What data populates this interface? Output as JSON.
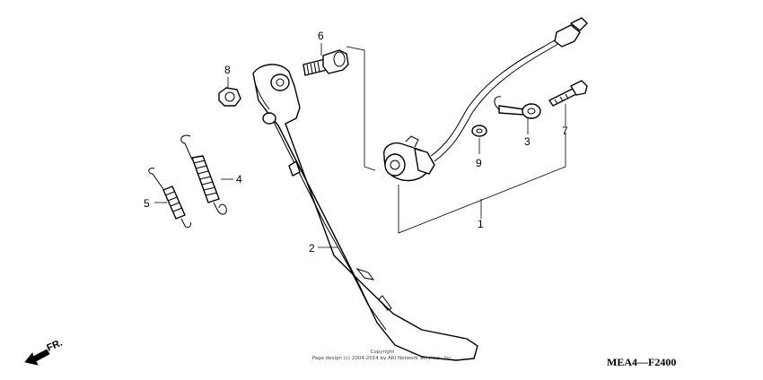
{
  "diagram": {
    "callouts": {
      "c1": "1",
      "c2": "2",
      "c3": "3",
      "c4": "4",
      "c5": "5",
      "c6": "6",
      "c7": "7",
      "c8": "8",
      "c9": "9"
    },
    "direction_label": "FR.",
    "diagram_code": "MEA4—F2400",
    "copyright_line1": "Copyright",
    "copyright_line2": "Page design (c) 2004-2014 by ARI Network Services, Inc."
  },
  "icons": {
    "direction": "front-direction-arrow-icon"
  }
}
